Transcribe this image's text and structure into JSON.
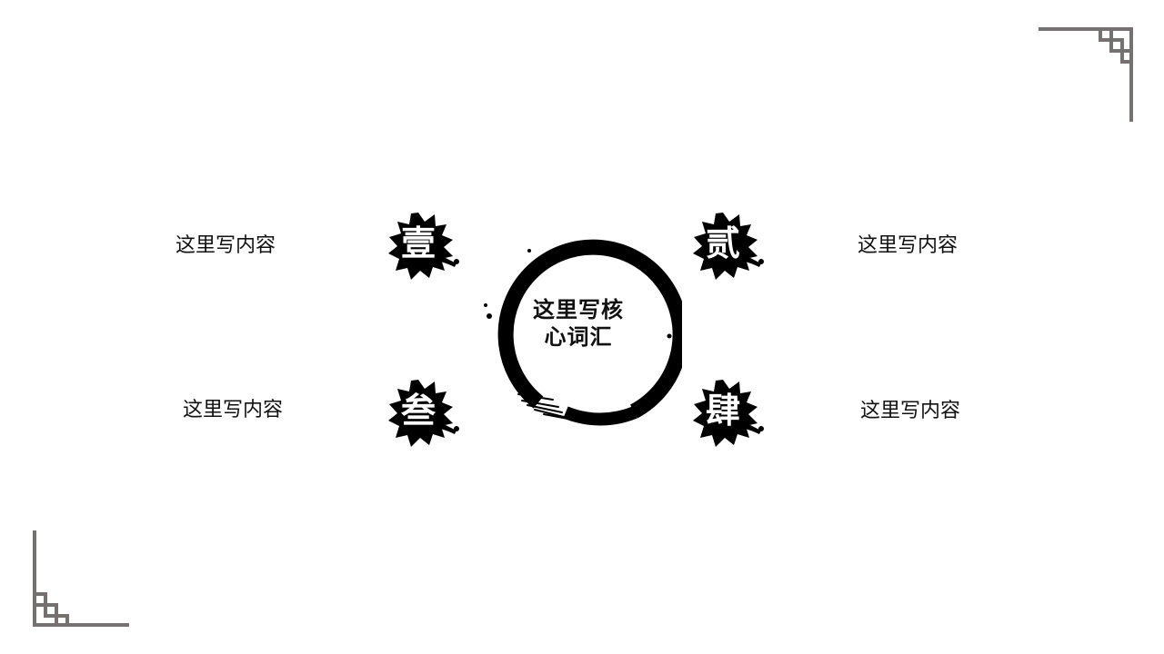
{
  "core": {
    "line1": "这里写核",
    "line2": "心词汇"
  },
  "items": [
    {
      "numeral": "壹",
      "text": "这里写内容"
    },
    {
      "numeral": "贰",
      "text": "这里写内容"
    },
    {
      "numeral": "叁",
      "text": "这里写内容"
    },
    {
      "numeral": "肆",
      "text": "这里写内容"
    }
  ],
  "colors": {
    "ink": "#000000",
    "frame": "#767171",
    "background": "#ffffff"
  },
  "icons": {
    "center": "ink-brush-circle-icon",
    "badge": "ink-splash-icon",
    "corner": "chinese-fretwork-corner-icon"
  }
}
